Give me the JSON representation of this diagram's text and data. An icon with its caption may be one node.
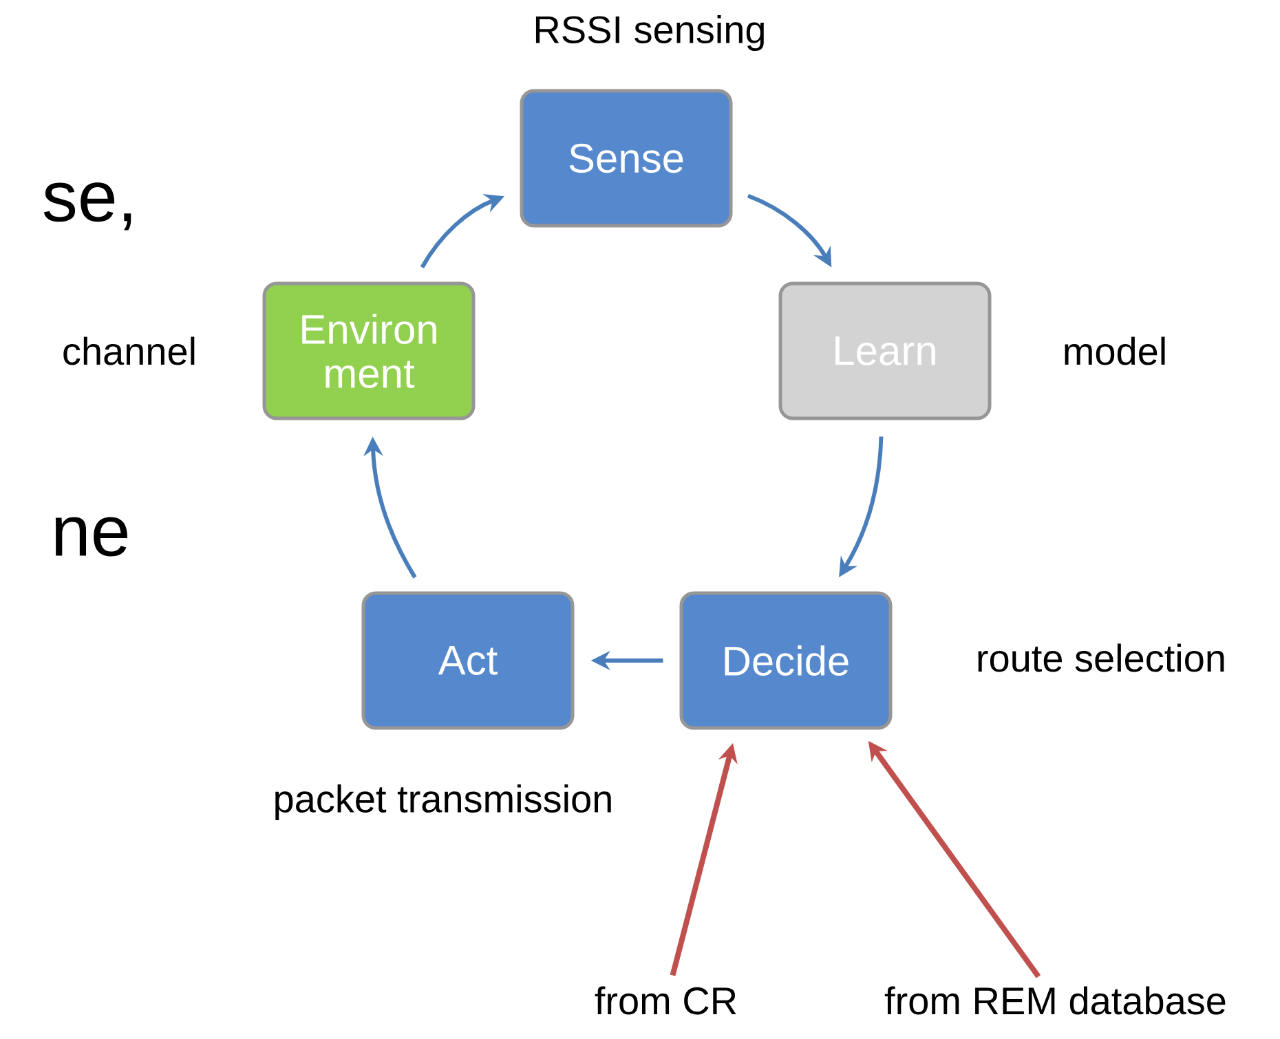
{
  "diagram": {
    "nodes": [
      {
        "text": [
          "Sense"
        ],
        "beside": [
          "RSSI sensing"
        ]
      },
      {
        "text": [
          "Learn"
        ],
        "beside": [
          "model"
        ]
      },
      {
        "text": [
          "Decide"
        ],
        "beside": [
          "route selection"
        ]
      },
      {
        "text": [
          "Act"
        ],
        "beside": [
          "packet transmission"
        ]
      },
      {
        "text": [
          "Environ ment"
        ],
        "beside": [
          "channel"
        ]
      },
      {
        "text": [
          "from CR"
        ]
      },
      {
        "text": [
          "from REM database"
        ]
      }
    ],
    "edges": [
      {
        "from": 0,
        "to": 1,
        "arrow": "to"
      },
      {
        "from": 1,
        "to": 2,
        "arrow": "to"
      },
      {
        "from": 2,
        "to": 3,
        "arrow": "to"
      },
      {
        "from": 3,
        "to": 4,
        "arrow": "to"
      },
      {
        "from": 4,
        "to": 0,
        "arrow": "to"
      },
      {
        "from": 5,
        "to": 2,
        "arrow": "to",
        "color": "#c0504d"
      },
      {
        "from": 6,
        "to": 2,
        "arrow": "to",
        "color": "#c0504d"
      }
    ],
    "labels": [
      "se,",
      "ne"
    ]
  }
}
